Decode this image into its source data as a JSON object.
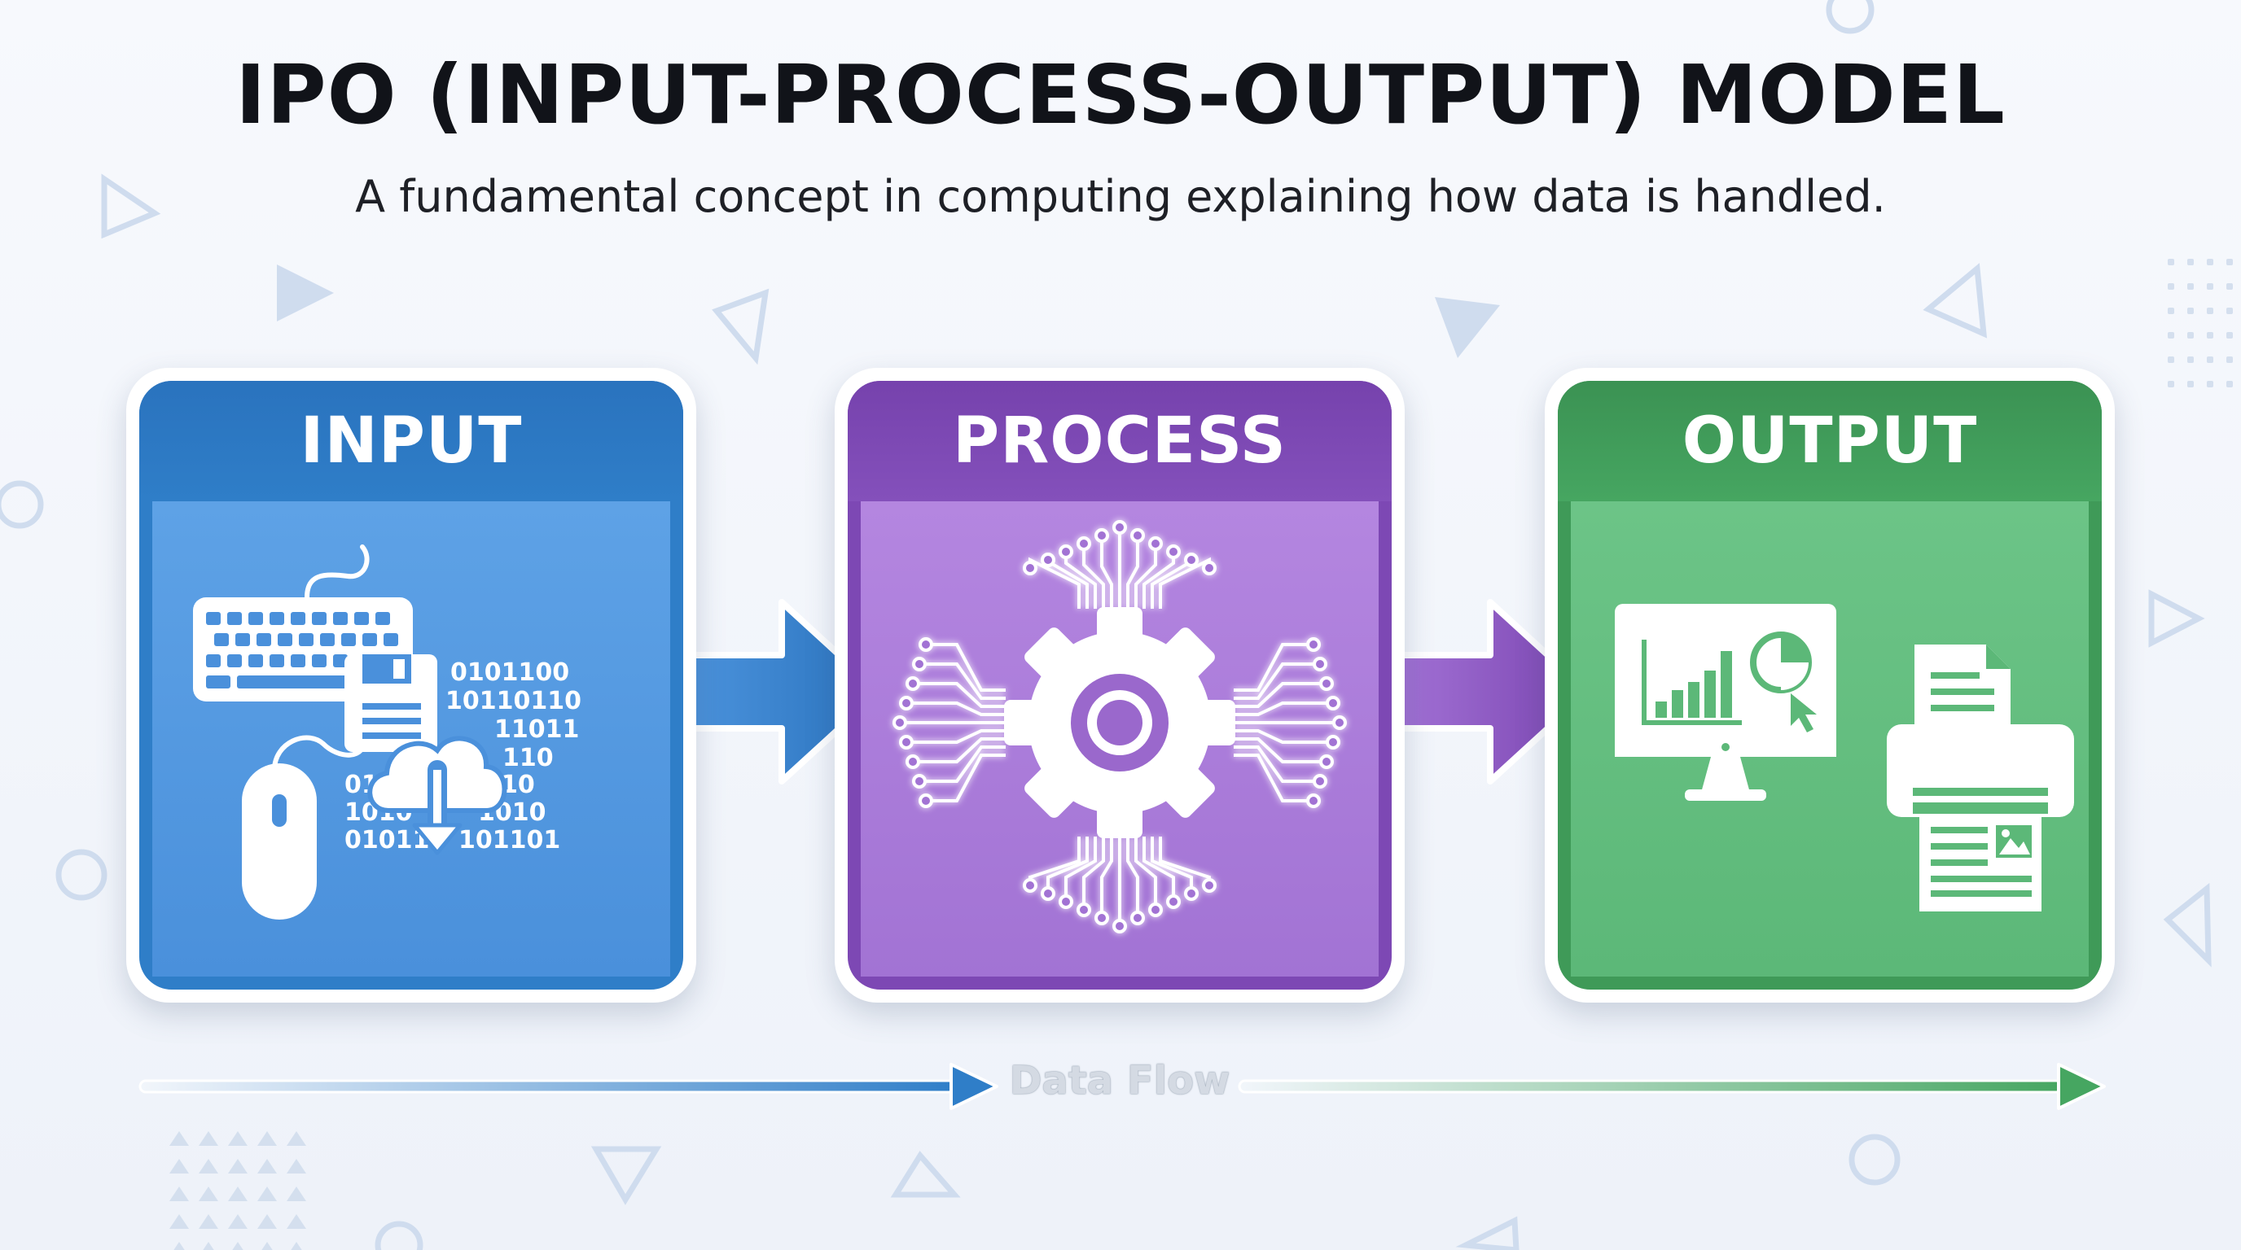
{
  "header": {
    "title": "IPO (INPUT-PROCESS-OUTPUT) MODEL",
    "subtitle": "A fundamental concept in computing explaining how data is handled."
  },
  "stages": {
    "input": {
      "label": "INPUT",
      "color": "#2f7ec8",
      "icons": [
        "keyboard-icon",
        "mouse-icon",
        "floppy-disk-icon",
        "cloud-download-icon",
        "binary-data-icon"
      ],
      "binary": {
        "line1": "0101100",
        "line2": "10110110",
        "line3": "11011",
        "line4": "110",
        "line5a": "01",
        "line5b": "10",
        "line6a": "1010",
        "line6b": "1010",
        "line7a": "01011",
        "line7b": "101101"
      }
    },
    "process": {
      "label": "PROCESS",
      "color": "#8450bb",
      "icons": [
        "gear-icon",
        "circuit-icon"
      ]
    },
    "output": {
      "label": "OUTPUT",
      "color": "#46a661",
      "icons": [
        "monitor-chart-icon",
        "printer-icon"
      ]
    }
  },
  "flow": {
    "label": "Data Flow",
    "start_color": "#2f7ec8",
    "end_color": "#46a661"
  }
}
